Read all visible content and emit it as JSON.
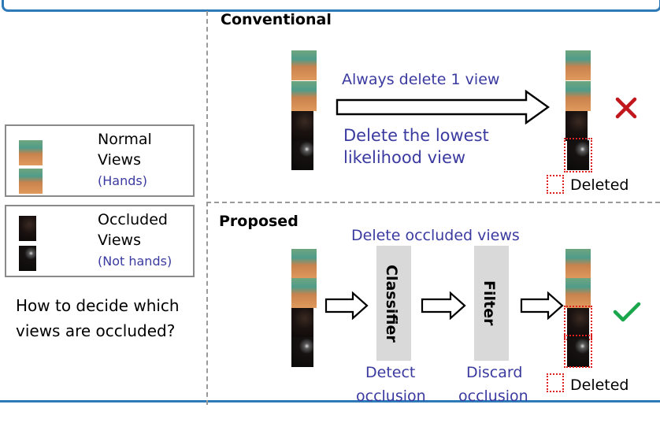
{
  "conventional": {
    "title": "Conventional",
    "arrow_top_label": "Always delete 1 view",
    "arrow_bottom_label": "Delete the lowest likelihood view",
    "arrow_bottom_line1": "Delete the lowest",
    "arrow_bottom_line2": "likelihood view",
    "deleted_label": "Deleted",
    "result_icon": "cross-icon",
    "result_color": "#c0161c"
  },
  "proposed": {
    "title": "Proposed",
    "top_label": "Delete occluded views",
    "classifier_label": "Classifier",
    "filter_label": "Filter",
    "classifier_caption_line1": "Detect",
    "classifier_caption_line2": "occlusion",
    "filter_caption_line1": "Discard",
    "filter_caption_line2": "occlusion",
    "deleted_label": "Deleted",
    "result_icon": "check-icon",
    "result_color": "#1aa64a"
  },
  "legend": {
    "normal_line1": "Normal",
    "normal_line2": "Views",
    "normal_sub": "(Hands)",
    "occluded_line1": "Occluded",
    "occluded_line2": "Views",
    "occluded_sub": "(Not hands)"
  },
  "question_line1": "How to decide which",
  "question_line2": "views are occluded?",
  "colors": {
    "frame": "#2e7ab8",
    "caption_blue": "#3a3aa0",
    "deleted_red": "#d22222",
    "divider": "#9a9a9a"
  }
}
